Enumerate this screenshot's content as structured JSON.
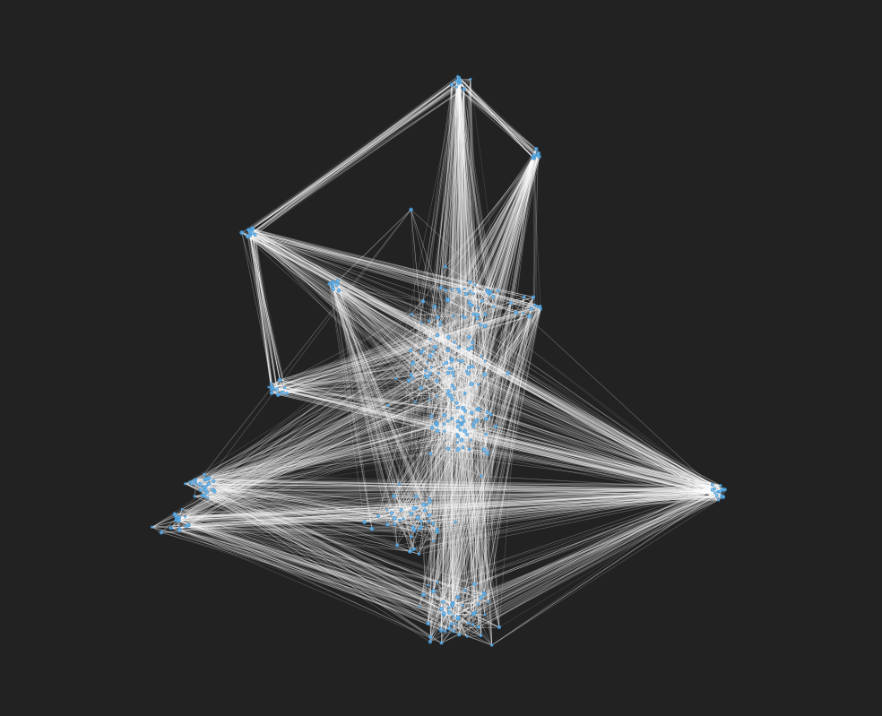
{
  "colors": {
    "background": "#222222",
    "edge": "#ffffff",
    "node": "#5aaee8",
    "node_stroke": "#2f7fbf"
  },
  "graph": {
    "type": "network",
    "clusters": [
      {
        "id": "c-top"
      },
      {
        "id": "c-upper-right"
      },
      {
        "id": "c-left-upper"
      },
      {
        "id": "c-mid-left-small"
      },
      {
        "id": "c-left-mid"
      },
      {
        "id": "c-lower-left"
      },
      {
        "id": "c-lower-left-2"
      },
      {
        "id": "c-right"
      },
      {
        "id": "c-center"
      },
      {
        "id": "c-center-upper"
      },
      {
        "id": "c-center-right-arm"
      },
      {
        "id": "c-center-mid"
      },
      {
        "id": "c-center-lower"
      },
      {
        "id": "c-bottom"
      }
    ],
    "links": [
      [
        "c-top",
        "c-center"
      ],
      [
        "c-top",
        "c-center-upper"
      ],
      [
        "c-top",
        "c-upper-right"
      ],
      [
        "c-top",
        "c-left-upper"
      ],
      [
        "c-top",
        "c-bottom"
      ],
      [
        "c-upper-right",
        "c-center"
      ],
      [
        "c-upper-right",
        "c-center-upper"
      ],
      [
        "c-upper-right",
        "c-center-mid"
      ],
      [
        "c-left-upper",
        "c-center"
      ],
      [
        "c-left-upper",
        "c-center-right-arm"
      ],
      [
        "c-left-upper",
        "c-right"
      ],
      [
        "c-left-upper",
        "c-left-mid"
      ],
      [
        "c-mid-left-small",
        "c-center"
      ],
      [
        "c-mid-left-small",
        "c-center-lower"
      ],
      [
        "c-left-mid",
        "c-center"
      ],
      [
        "c-left-mid",
        "c-center-right-arm"
      ],
      [
        "c-left-mid",
        "c-right"
      ],
      [
        "c-lower-left",
        "c-center"
      ],
      [
        "c-lower-left",
        "c-center-mid"
      ],
      [
        "c-lower-left",
        "c-center-lower"
      ],
      [
        "c-lower-left",
        "c-bottom"
      ],
      [
        "c-lower-left",
        "c-right"
      ],
      [
        "c-lower-left-2",
        "c-center"
      ],
      [
        "c-lower-left-2",
        "c-center-lower"
      ],
      [
        "c-lower-left-2",
        "c-bottom"
      ],
      [
        "c-lower-left-2",
        "c-right"
      ],
      [
        "c-right",
        "c-center"
      ],
      [
        "c-right",
        "c-center-mid"
      ],
      [
        "c-right",
        "c-center-lower"
      ],
      [
        "c-right",
        "c-bottom"
      ],
      [
        "c-center",
        "c-bottom"
      ],
      [
        "c-center",
        "c-center-lower"
      ],
      [
        "c-center-upper",
        "c-bottom"
      ],
      [
        "c-center-mid",
        "c-bottom"
      ],
      [
        "c-center-right-arm",
        "c-bottom"
      ],
      [
        "c-center-right-arm",
        "c-center-lower"
      ]
    ]
  }
}
